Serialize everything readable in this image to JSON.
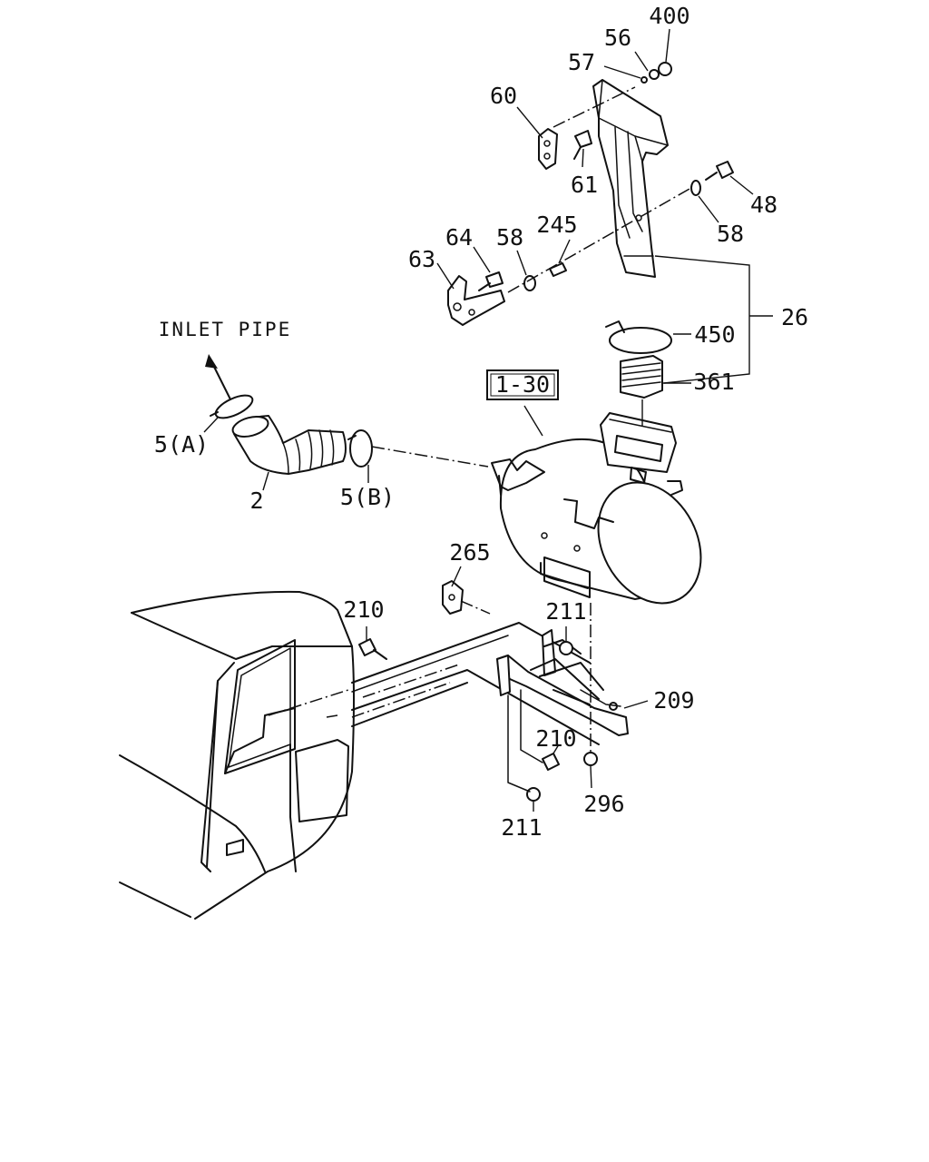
{
  "diagram": {
    "callouts": {
      "p400": "400",
      "p56": "56",
      "p57": "57",
      "p60": "60",
      "p61": "61",
      "p48": "48",
      "p58a": "58",
      "p58b": "58",
      "p64": "64",
      "p245": "245",
      "p63": "63",
      "p26": "26",
      "p450": "450",
      "p361": "361",
      "p5a": "5(A)",
      "p2": "2",
      "p5b": "5(B)",
      "p265": "265",
      "p210a": "210",
      "p211a": "211",
      "p209": "209",
      "p210b": "210",
      "p296": "296",
      "p211b": "211"
    },
    "reference_box": "1-30",
    "inlet_note": "INLET PIPE"
  }
}
